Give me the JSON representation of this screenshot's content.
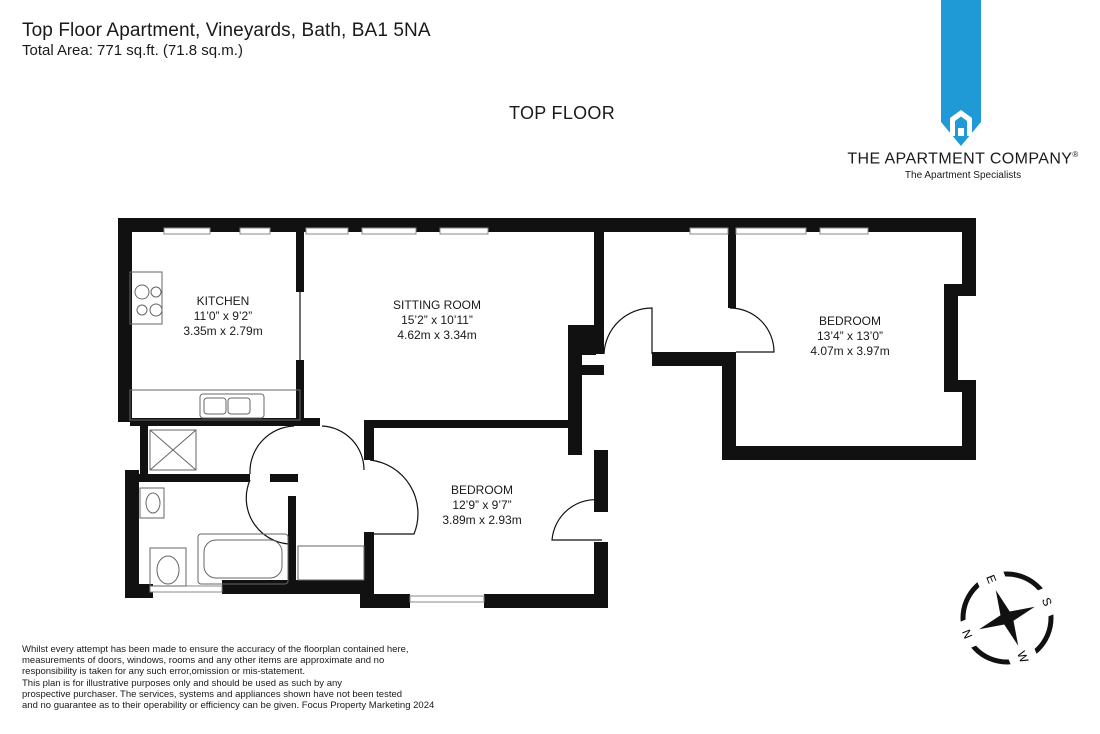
{
  "header": {
    "title": "Top Floor Apartment, Vineyards, Bath, BA1 5NA",
    "total_area": "Total Area: 771 sq.ft. (71.8 sq.m.)"
  },
  "floor_label": "TOP FLOOR",
  "brand": {
    "name": "THE APARTMENT COMPANY",
    "registered_mark": "®",
    "tagline": "The Apartment Specialists",
    "logo_color": "#1f9ad6",
    "logo_icon": "apartment-logo-icon"
  },
  "rooms": [
    {
      "name": "KITCHEN",
      "imperial": "11’0” x 9’2”",
      "metric": "3.35m x 2.79m"
    },
    {
      "name": "SITTING ROOM",
      "imperial": "15’2” x 10’11”",
      "metric": "4.62m x 3.34m"
    },
    {
      "name": "BEDROOM",
      "imperial": "13’4” x 13’0”",
      "metric": "4.07m x 3.97m"
    },
    {
      "name": "BEDROOM",
      "imperial": "12’9” x 9’7”",
      "metric": "3.89m x 2.93m"
    }
  ],
  "compass": {
    "labels": [
      "N",
      "E",
      "S",
      "W"
    ],
    "icon": "compass-rose-icon"
  },
  "disclaimer": [
    "Whilst every attempt has been made to ensure the accuracy of the floorplan contained here,",
    "measurements of doors, windows, rooms and any other items are approximate and no",
    "responsibility is taken for any such error,omission or mis-statement.",
    "This plan is for illustrative purposes only and should be used as such by any",
    "prospective purchaser. The services, systems and appliances shown have not been tested",
    "and no guarantee as to their operability or efficiency can be given. Focus Property Marketing 2024"
  ]
}
